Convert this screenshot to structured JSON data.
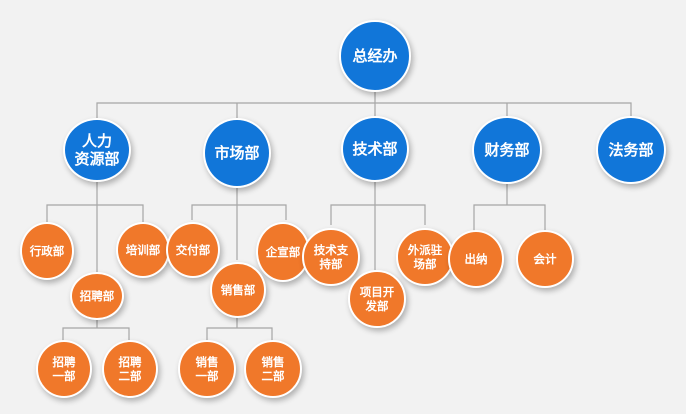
{
  "org": {
    "root": "总经办",
    "hr": "人力\n资源部",
    "market": "市场部",
    "tech": "技术部",
    "finance": "财务部",
    "legal": "法务部",
    "admin": "行政部",
    "training": "培训部",
    "recruit": "招聘部",
    "recruit1": "招聘\n一部",
    "recruit2": "招聘\n二部",
    "delivery": "交付部",
    "ent": "企宣部",
    "sales": "销售部",
    "sales1": "销售\n一部",
    "sales2": "销售\n二部",
    "techsupport": "技术支\n持部",
    "project": "项目开\n发部",
    "outsource": "外派驻\n场部",
    "cashier": "出纳",
    "accounting": "会计"
  },
  "colors": {
    "level1": "#1176d9",
    "level2": "#f0782a",
    "line": "#a6a6a6",
    "background": "#f2f2f2"
  }
}
